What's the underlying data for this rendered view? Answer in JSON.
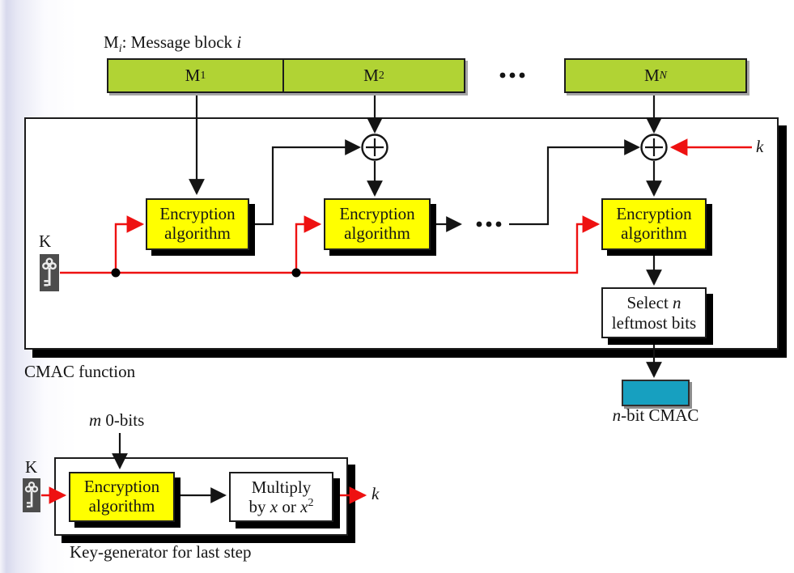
{
  "header_note": {
    "m": "M",
    "sub_i": "i",
    "rest": ": Message block ",
    "tail_italic": "i"
  },
  "blocks": {
    "m1": {
      "base": "M",
      "sub": "1"
    },
    "m2": {
      "base": "M",
      "sub": "2"
    },
    "mn": {
      "base": "M",
      "sub": "N"
    }
  },
  "enc": {
    "line1": "Encryption",
    "line2": "algorithm"
  },
  "select_box": {
    "line1_pre": "Select ",
    "line1_n": "n",
    "line2": "leftmost bits"
  },
  "key_label": "K",
  "subkey_label": "k",
  "output_tag": {
    "n_italic": "n",
    "rest": "-bit CMAC"
  },
  "cmac_caption": "CMAC function",
  "keygen": {
    "input": {
      "m_italic": "m",
      "rest": " 0-bits"
    },
    "multiply": {
      "line1": "Multiply",
      "pre": "by ",
      "x1": "x",
      "or": " or ",
      "x2": "x",
      "sup": "2"
    },
    "caption": "Key-generator for last step"
  },
  "colors": {
    "block_green": "#b1d334",
    "box_yellow": "#ffff00",
    "output_teal": "#17a0c0",
    "wire_red": "#ee1111",
    "key_icon_gray": "#4d4d4d",
    "line_black": "#141414"
  }
}
